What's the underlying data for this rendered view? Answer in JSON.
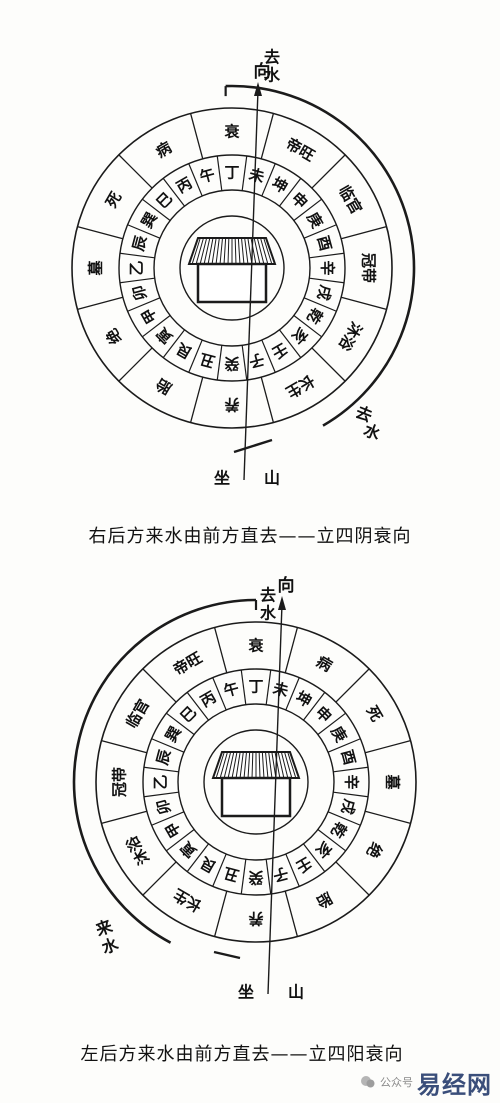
{
  "diagram1": {
    "outer_ring": [
      "衰",
      "帝旺",
      "临官",
      "冠带",
      "沐浴",
      "长生",
      "养",
      "胎",
      "绝",
      "墓",
      "死",
      "病"
    ],
    "inner_ring": [
      "丁",
      "未",
      "坤",
      "申",
      "庚",
      "酉",
      "辛",
      "戌",
      "乾",
      "亥",
      "壬",
      "子",
      "癸",
      "丑",
      "艮",
      "寅",
      "甲",
      "卯",
      "乙",
      "辰",
      "巽",
      "巳",
      "丙",
      "午"
    ],
    "xiang": "向",
    "zuo": "坐",
    "shan": "山",
    "qushui_top": "去水",
    "qushui_side": "去水",
    "caption": "右后方来水由前方直去——立四阴衰向"
  },
  "diagram2": {
    "outer_ring": [
      "衰",
      "病",
      "死",
      "墓",
      "绝",
      "胎",
      "养",
      "长生",
      "沐浴",
      "冠带",
      "临官",
      "帝旺"
    ],
    "inner_ring": [
      "丁",
      "未",
      "坤",
      "申",
      "庚",
      "酉",
      "辛",
      "戌",
      "乾",
      "亥",
      "壬",
      "子",
      "癸",
      "丑",
      "艮",
      "寅",
      "甲",
      "卯",
      "乙",
      "辰",
      "巽",
      "巳",
      "丙",
      "午"
    ],
    "xiang": "向",
    "zuo": "坐",
    "shan": "山",
    "qushui_top": "去水",
    "laishui": "来水",
    "caption": "左后方来水由前方直去——立四阳衰向"
  },
  "watermark": {
    "small": "公众号",
    "big": "易经网"
  }
}
